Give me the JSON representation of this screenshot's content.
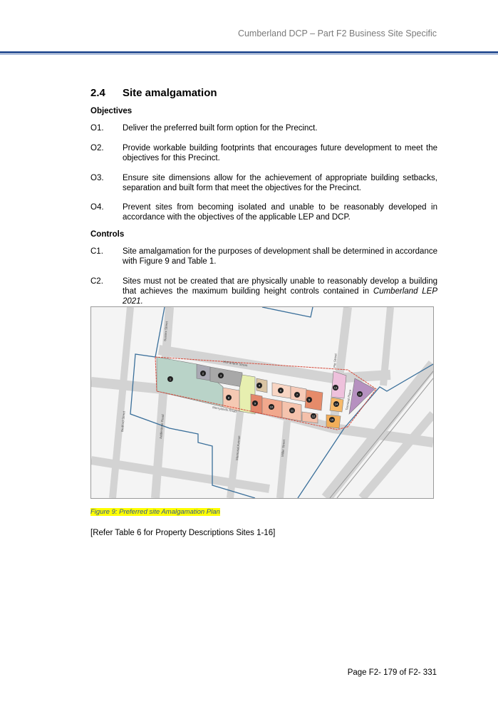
{
  "header": {
    "title": "Cumberland DCP – Part F2 Business Site Specific"
  },
  "section": {
    "number": "2.4",
    "title": "Site amalgamation"
  },
  "objectives": {
    "heading": "Objectives",
    "items": [
      {
        "key": "O1.",
        "text": "Deliver the preferred built form option for the Precinct."
      },
      {
        "key": "O2.",
        "text": "Provide workable building footprints that encourages future development to meet the objectives for this Precinct."
      },
      {
        "key": "O3.",
        "text": "Ensure site dimensions allow for the achievement of appropriate building setbacks, separation and built form that meet the objectives for the Precinct."
      },
      {
        "key": "O4.",
        "text": "Prevent sites from becoming isolated and unable to be reasonably developed in accordance with the objectives of the applicable LEP and DCP."
      }
    ]
  },
  "controls": {
    "heading": "Controls",
    "items": [
      {
        "key": "C1.",
        "text": "Site amalgamation for the purposes of development shall be determined in accordance with Figure 9 and Table 1."
      },
      {
        "key": "C2.",
        "text": "Sites must not be created that are physically unable to reasonably develop a building that achieves the maximum building height controls contained in ",
        "italic": "Cumberland LEP 2021."
      }
    ]
  },
  "map": {
    "streets": [
      "McFarlane Street",
      "Merrylands Road",
      "Sussex Street",
      "Pitt Street",
      "Bedford Street",
      "Addlestone Road",
      "Memorial Avenue",
      "Miller Street",
      "Terminal Place"
    ],
    "sites": [
      "1",
      "2",
      "3",
      "4",
      "5",
      "6",
      "7",
      "8",
      "9",
      "10",
      "11",
      "12",
      "13",
      "14",
      "15",
      "16"
    ]
  },
  "figure_caption": "Figure 9: Preferred site Amalgamation Plan",
  "reference": "[Refer Table 6 for Property Descriptions Sites 1-16]",
  "footer": {
    "page": "Page F2- 179 of F2- 331"
  }
}
